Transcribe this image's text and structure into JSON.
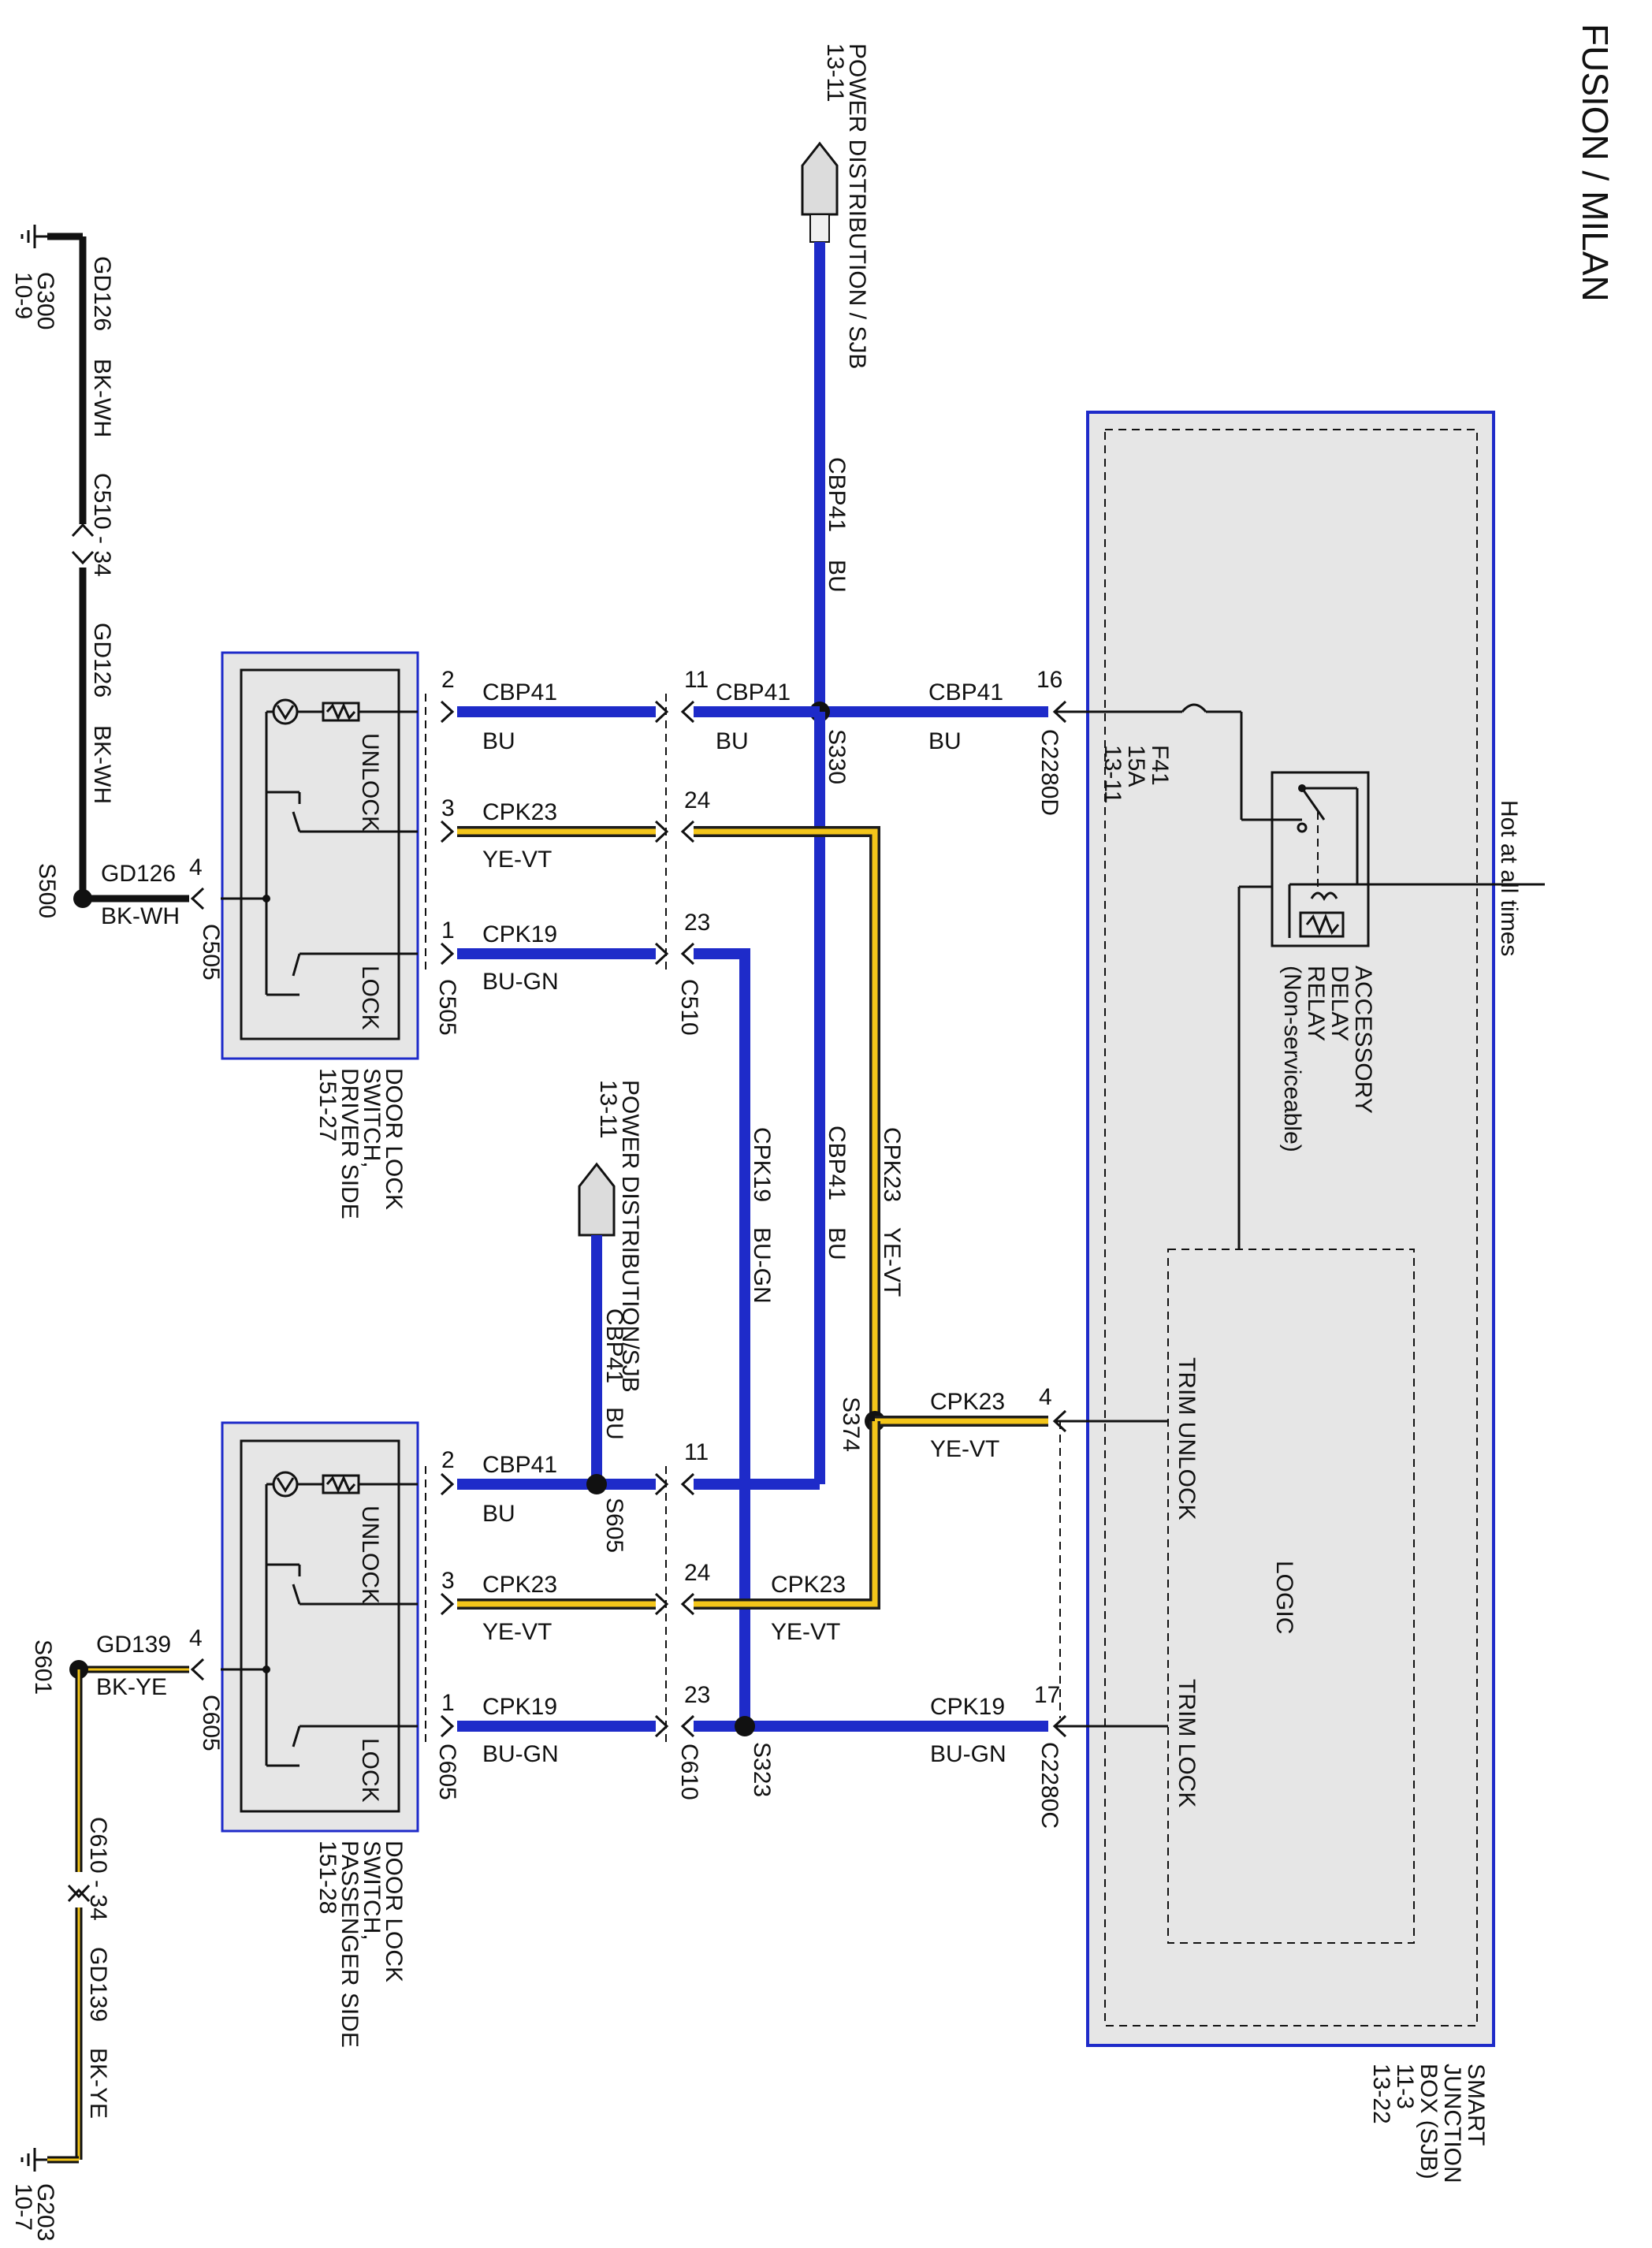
{
  "title": "FUSION / MILAN",
  "power_top": {
    "label": "POWER DISTRIBUTION / SJB",
    "ref": "13-11"
  },
  "power_mid": {
    "label": "POWER DISTRIBUTION/SJB",
    "ref": "13-11"
  },
  "sjb": {
    "line1": "SMART",
    "line2": "JUNCTION",
    "line3": "BOX (SJB)",
    "ref1": "11-3",
    "ref2": "13-22"
  },
  "relay": {
    "line1": "ACCESSORY",
    "line2": "DELAY",
    "line3": "RELAY",
    "line4": "(Non-serviceable)"
  },
  "hot": "Hot at all times",
  "fuse": {
    "id": "F41",
    "rating": "15A",
    "ref": "13-11"
  },
  "logic": {
    "label": "LOGIC",
    "trim_unlock": "TRIM UNLOCK",
    "trim_lock": "TRIM LOCK"
  },
  "driver_switch": {
    "line1": "DOOR LOCK",
    "line2": "SWITCH,",
    "line3": "DRIVER SIDE",
    "ref": "151-27",
    "unlock": "UNLOCK",
    "lock": "LOCK"
  },
  "pass_switch": {
    "line1": "DOOR LOCK",
    "line2": "SWITCH,",
    "line3": "PASSENGER SIDE",
    "ref": "151-28",
    "unlock": "UNLOCK",
    "lock": "LOCK"
  },
  "circuits": {
    "cbp41": "CBP41",
    "bu": "BU",
    "cpk23": "CPK23",
    "yevt": "YE-VT",
    "cpk19": "CPK19",
    "bugn": "BU-GN",
    "gd126": "GD126",
    "bkwh": "BK-WH",
    "gd139": "GD139",
    "bkye": "BK-YE"
  },
  "connectors": {
    "c2280d": "C2280D",
    "c2280c": "C2280C",
    "c505": "C505",
    "c510": "C510",
    "c605": "C605",
    "c610": "C610",
    "c510_34": "C510 - 34",
    "c610_34": "C610 - 34"
  },
  "splices": {
    "s330": "S330",
    "s374": "S374",
    "s323": "S323",
    "s605": "S605",
    "s500": "S500",
    "s601": "S601"
  },
  "grounds": {
    "g300": "G300",
    "g300_ref": "10-9",
    "g203": "G203",
    "g203_ref": "10-7"
  },
  "pins": {
    "p1": "1",
    "p2": "2",
    "p3": "3",
    "p4": "4",
    "p11": "11",
    "p16": "16",
    "p17": "17",
    "p23": "23",
    "p24": "24"
  }
}
